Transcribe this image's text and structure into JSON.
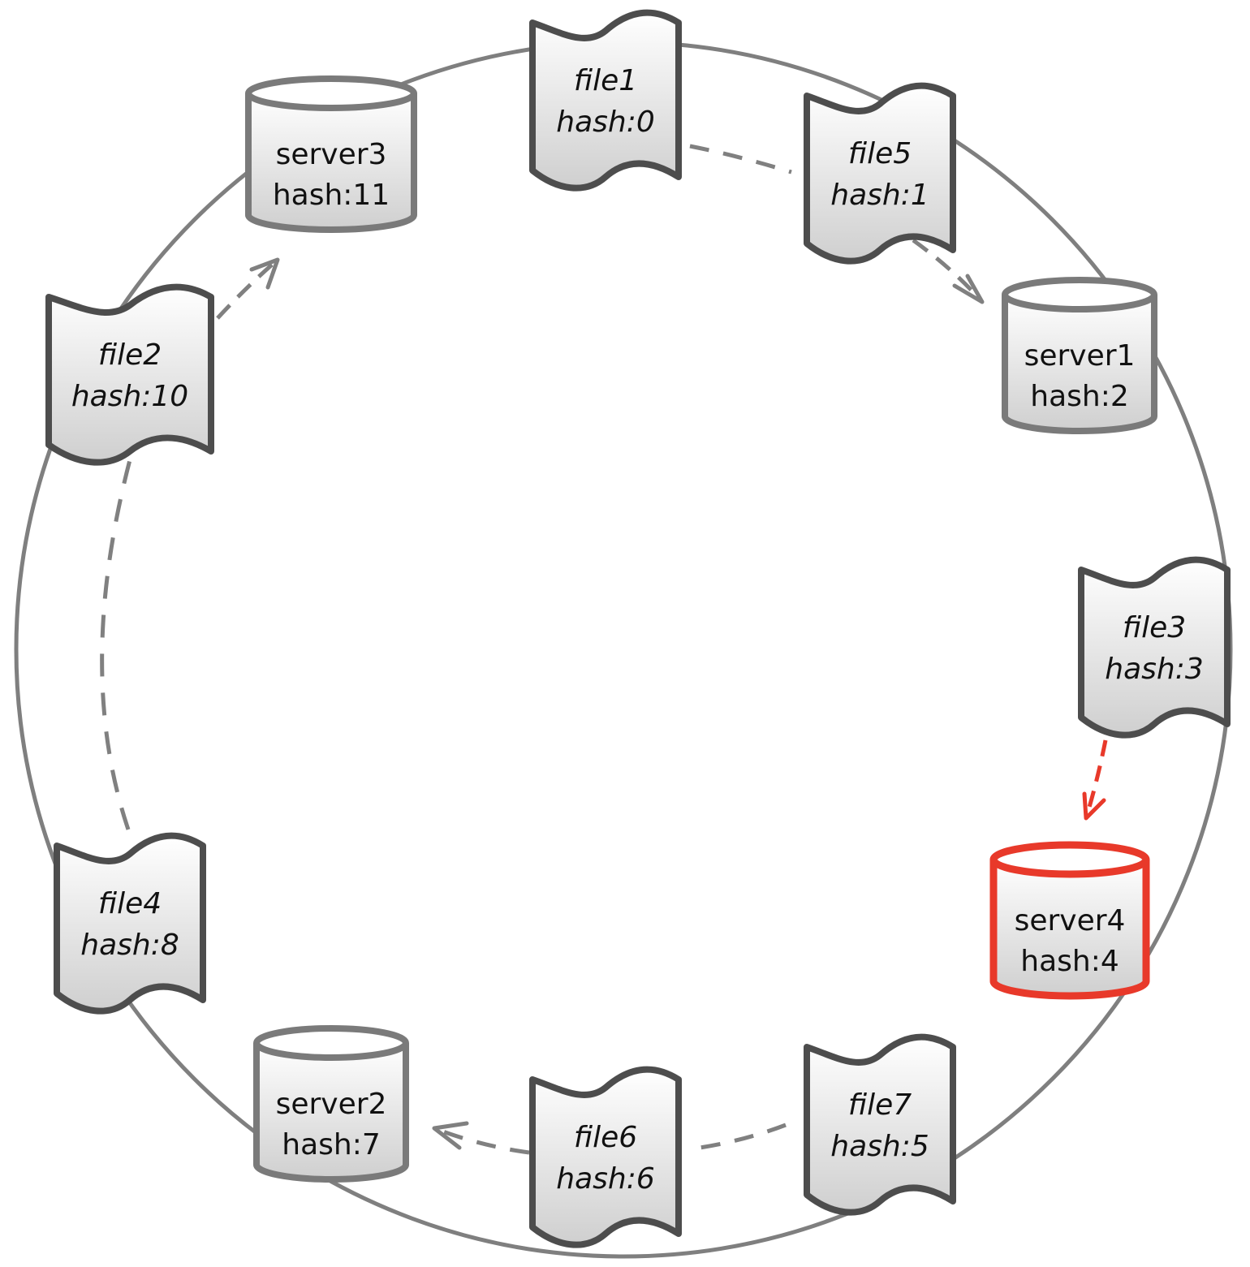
{
  "colors": {
    "ring": "#7f7f7f",
    "file_border": "#4d4d4d",
    "server_border": "#7a7a7a",
    "highlight": "#e8392a",
    "arrow": "#808080",
    "fill_top": "#ffffff",
    "fill_bottom": "#cfcfcf"
  },
  "servers": [
    {
      "name": "server3",
      "hash": "hash:11",
      "highlight": false
    },
    {
      "name": "server1",
      "hash": "hash:2",
      "highlight": false
    },
    {
      "name": "server4",
      "hash": "hash:4",
      "highlight": true
    },
    {
      "name": "server2",
      "hash": "hash:7",
      "highlight": false
    }
  ],
  "files": [
    {
      "name": "file1",
      "hash": "hash:0"
    },
    {
      "name": "file5",
      "hash": "hash:1"
    },
    {
      "name": "file2",
      "hash": "hash:10"
    },
    {
      "name": "file3",
      "hash": "hash:3"
    },
    {
      "name": "file4",
      "hash": "hash:8"
    },
    {
      "name": "file7",
      "hash": "hash:5"
    },
    {
      "name": "file6",
      "hash": "hash:6"
    }
  ],
  "assignments": [
    {
      "from": "file1",
      "to": "server1",
      "highlight": false
    },
    {
      "from": "file5",
      "to": "server1",
      "highlight": false
    },
    {
      "from": "file3",
      "to": "server4",
      "highlight": true
    },
    {
      "from": "file7",
      "to": "server2",
      "highlight": false
    },
    {
      "from": "file6",
      "to": "server2",
      "highlight": false
    },
    {
      "from": "file4",
      "to": "server3",
      "highlight": false
    },
    {
      "from": "file2",
      "to": "server3",
      "highlight": false
    }
  ]
}
